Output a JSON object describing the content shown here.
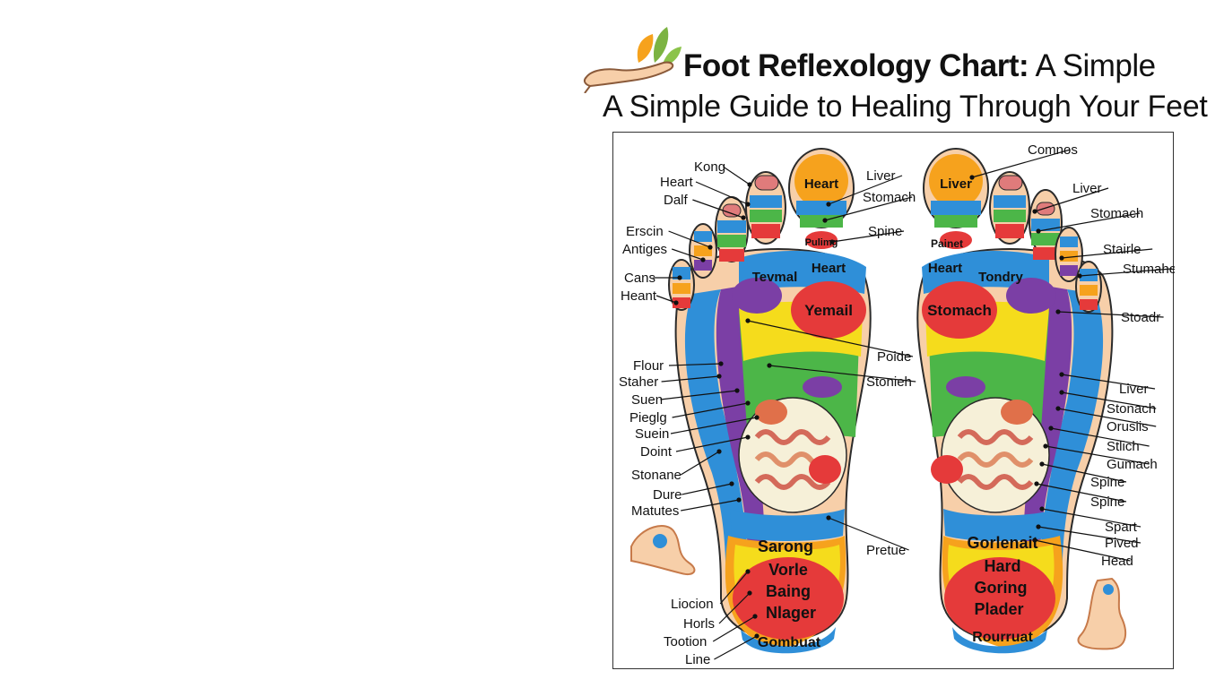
{
  "header": {
    "title_bold": "Foot Reflexology Chart:",
    "title_rest": " A Simple",
    "subtitle": "A Simple Guide to Healing Through Your Feet"
  },
  "zone_labels": {
    "left_toe_big": "Heart",
    "left_heart": "Heart",
    "left_ball": "Yemail",
    "left_toe_strip": "Pulimg",
    "left_heel_top": "Sarong",
    "left_heel_1": "Vorle",
    "left_heel_2": "Baing",
    "left_heel_3": "Nlager",
    "left_heel_bottom": "Gombuat",
    "left_arch_mid": "Tevmal",
    "right_toe_big": "Liver",
    "right_heart": "Heart",
    "right_ball": "Stomach",
    "right_toe_strip": "Painet",
    "right_heel_top": "Gorlenait",
    "right_heel_1": "Hard",
    "right_heel_2": "Goring",
    "right_heel_3": "Plader",
    "right_heel_bottom": "Rourruat",
    "right_arch_mid": "Tondry"
  },
  "callouts_left": [
    "Kong",
    "Heart",
    "Dalf",
    "Erscin",
    "Antiges",
    "Cans",
    "Heant",
    "Flour",
    "Staher",
    "Suen",
    "Pieglg",
    "Suein",
    "Doint",
    "Stonane",
    "Dure",
    "Matutes",
    "Liocion",
    "Horls",
    "Tootion",
    "Line"
  ],
  "callouts_middle": [
    "Liver",
    "Stomach",
    "Spine",
    "Poide",
    "Stonieh",
    "Pretue"
  ],
  "callouts_right": [
    "Comnos",
    "Liver",
    "Stomach",
    "Stairle",
    "Stumahe",
    "Stoadr",
    "Liver",
    "Stonach",
    "Orusiis",
    "Stlich",
    "Gumach",
    "Spine",
    "Spine",
    "Spart",
    "Pived",
    "Head"
  ],
  "colors": {
    "red": "#e53a3a",
    "orange": "#f6a21d",
    "yellow": "#f5dc1c",
    "green": "#4cb648",
    "blue": "#2f8fd8",
    "purple": "#7b3fa5",
    "skin": "#f7cfa9",
    "outline": "#2b2b2b"
  }
}
